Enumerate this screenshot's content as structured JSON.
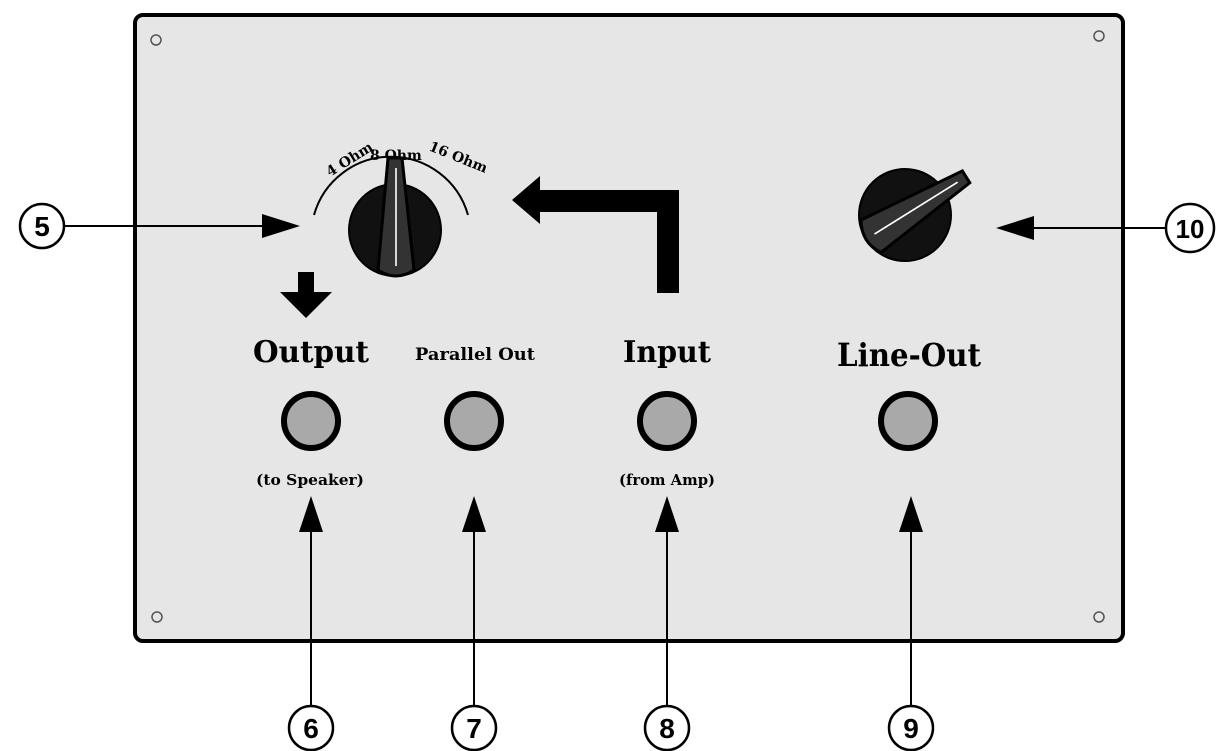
{
  "panel": {
    "jacks": [
      {
        "label": "Output",
        "sublabel": "(to Speaker)"
      },
      {
        "label": "Parallel Out",
        "sublabel": ""
      },
      {
        "label": "Input",
        "sublabel": "(from Amp)"
      },
      {
        "label": "Line-Out",
        "sublabel": ""
      }
    ],
    "impedance_labels": [
      "4 Ohm",
      "8 Ohm",
      "16 Ohm"
    ]
  },
  "callouts": [
    "5",
    "6",
    "7",
    "8",
    "9",
    "10"
  ],
  "colors": {
    "panel_fill": "#e6e6e6",
    "jack_fill": "#a9a9a9",
    "outline": "#000000",
    "knob": "#111111"
  }
}
